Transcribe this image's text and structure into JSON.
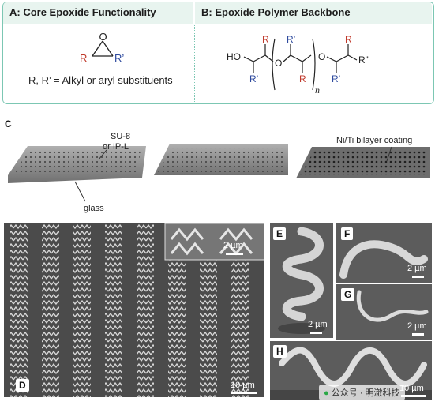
{
  "panel_a": {
    "title": "A: Core Epoxide Functionality",
    "o_label": "O",
    "r_label": "R",
    "r_prime_label": "R’",
    "caption": "R, R’ = Alkyl or aryl substituents"
  },
  "panel_b": {
    "title": "B: Epoxide Polymer Backbone",
    "ho": "HO",
    "r1": "R",
    "r1p": "R’",
    "o1": "O",
    "r2": "R",
    "r2p": "R’",
    "n": "n",
    "o2": "O",
    "r3": "R",
    "r3p": "R’",
    "r_double": "R”"
  },
  "panel_c": {
    "label": "C",
    "su8": "SU-8",
    "ipl": "or IP-L",
    "glass": "glass",
    "coating": "Ni/Ti bilayer coating"
  },
  "panel_d": {
    "label": "D",
    "scale_inset": "2 µm",
    "scale_main": "10 µm"
  },
  "panel_e": {
    "label": "E",
    "scale": "2 µm"
  },
  "panel_f": {
    "label": "F",
    "scale": "2 µm"
  },
  "panel_g": {
    "label": "G",
    "scale": "2 µm"
  },
  "panel_h": {
    "label": "H",
    "scale": "10 µm"
  },
  "watermark": {
    "text": "公众号 · 明澈科技"
  },
  "colors": {
    "red": "#c0392b",
    "blue": "#2e4a9e",
    "teal": "#7cc7b3",
    "header_bg": "#e8f4ef"
  }
}
